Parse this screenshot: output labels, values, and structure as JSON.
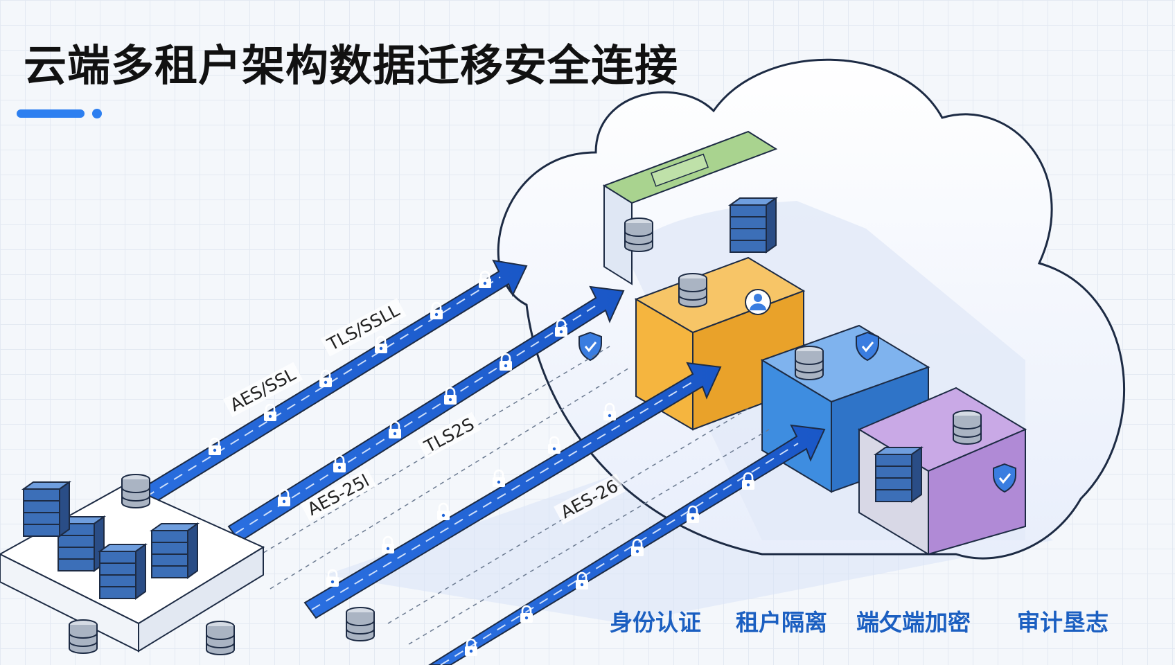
{
  "title": "云端多租户架构数据迁移安全连接",
  "protocol_labels": {
    "tls_ssl": "TLS/SSLL",
    "aes_ssl": "AES/SSL",
    "tls2s": "TLS2S",
    "aes_25l": "AES-25l",
    "aes_26": "AES-26"
  },
  "legend": [
    {
      "label": "身份认证"
    },
    {
      "label": "租户隔离"
    },
    {
      "label": "端攵端加密"
    },
    {
      "label": "审计垦志"
    }
  ],
  "colors": {
    "accent": "#2d7ff0",
    "pipe": "#1f64d8",
    "tenant_green": "#8cc27a",
    "tenant_orange": "#f5b53f",
    "tenant_blue": "#3e8de0",
    "tenant_purple": "#b08ad6",
    "legend_text": "#1b5fc1"
  },
  "icons": [
    "lock-icon",
    "shield-icon",
    "database-icon",
    "server-rack-icon",
    "user-icon",
    "cloud-icon"
  ]
}
